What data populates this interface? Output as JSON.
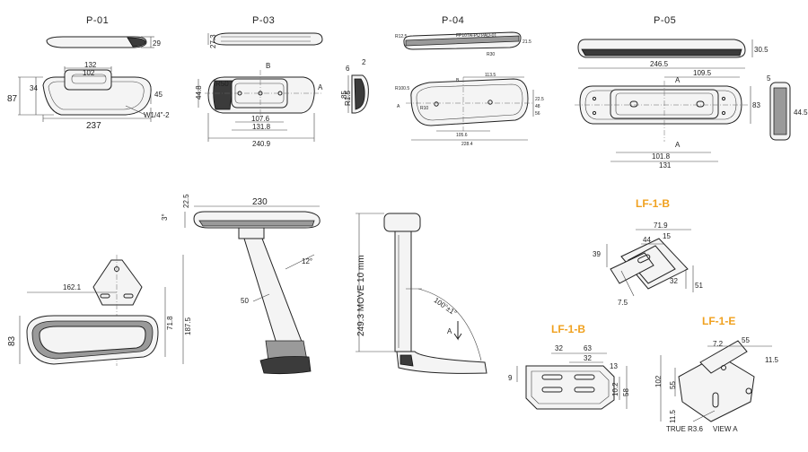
{
  "titles": {
    "p01": "P-01",
    "p03": "P-03",
    "p04": "P-04",
    "p05": "P-05",
    "lf1b_top": "LF-1-B",
    "lf1b_bottom": "LF-1-B",
    "lf1e": "LF-1-E"
  },
  "p01": {
    "d29": "29",
    "d132": "132",
    "d102": "102",
    "d34": "34",
    "d87": "87",
    "d45": "45",
    "d237": "237",
    "thread": "W1/4\"-2"
  },
  "p03": {
    "d27_3": "27.3",
    "dB": "B",
    "dR50": "R50",
    "dA": "A",
    "d44_8": "44.8",
    "d107_6": "107.6",
    "d131_8": "131.8",
    "d240_9": "240.9",
    "d6": "6",
    "d2": "2",
    "d85": "85",
    "dR1_5": "R1.5"
  },
  "p04": {
    "part": "FP107A-PU PAD-01",
    "d113_5": "113.5",
    "dB": "B",
    "dR100_5": "R100.5",
    "dR12_5": "R12.5",
    "dR30": "R30",
    "dR10": "R10",
    "dA": "A",
    "d228_4": "228.4",
    "d105_6": "105.6",
    "d22_5": "22.5",
    "d21_5": "21.5",
    "d48": "48",
    "d56": "56"
  },
  "p05": {
    "d246_5": "246.5",
    "d109_5": "109.5",
    "dA": "A",
    "d83": "83",
    "d101_8": "101.8",
    "d131": "131",
    "d30_5": "30.5",
    "d5": "5",
    "d44_5": "44.5"
  },
  "arm_front": {
    "d162_1": "162.1",
    "d83": "83",
    "d71_8": "71.8",
    "d187_5": "187.5"
  },
  "arm_side": {
    "d230": "230",
    "d22_5": "22.5",
    "d3deg": "3°",
    "d12deg": "12°",
    "d50": "50"
  },
  "arm_back": {
    "move": "249.3 MOVE 10 mm",
    "angle": "100°±1°",
    "dA": "A"
  },
  "lf1b_top": {
    "d71_9": "71.9",
    "d44": "44",
    "d15": "15",
    "d39": "39",
    "d32": "32",
    "d51": "51",
    "d7_5": "7.5"
  },
  "lf1b_bottom": {
    "d32": "32",
    "d63": "63",
    "d32b": "32",
    "d13": "13",
    "d9": "9",
    "d10_2": "10.2",
    "d58": "58"
  },
  "lf1e": {
    "d7_2": "7.2",
    "d55": "55",
    "d11_5": "11.5",
    "d102": "102",
    "d55b": "55",
    "d11_5b": "11.5",
    "true": "TRUE R3.6",
    "view": "VIEW A"
  }
}
